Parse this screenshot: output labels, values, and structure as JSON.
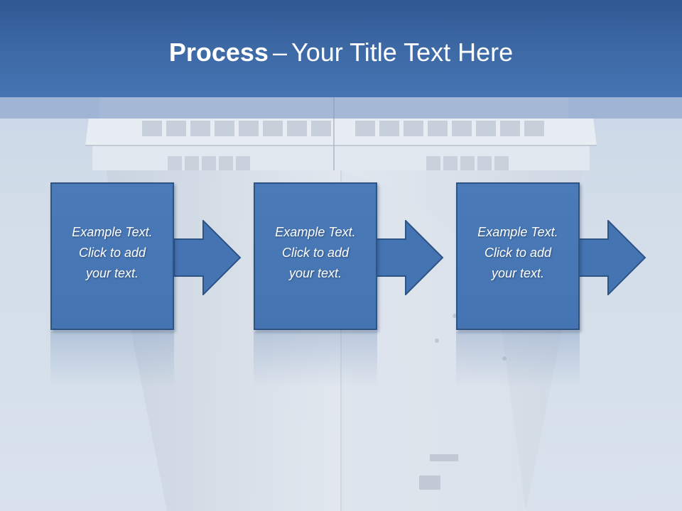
{
  "slide": {
    "title_bold": "Process",
    "title_separator": "–",
    "title_rest": "Your Title Text Here"
  },
  "steps": [
    {
      "text": "Example Text.\nClick  to add\nyour text."
    },
    {
      "text": "Example Text.\nClick  to add\nyour text."
    },
    {
      "text": "Example Text.\nClick  to add\nyour text."
    }
  ],
  "colors": {
    "header": "#3e6aa6",
    "box_fill": "#4574b3",
    "box_border": "#2e5385",
    "background": "#d2dde9"
  },
  "icons": {
    "arrow": "right-arrow-icon"
  }
}
